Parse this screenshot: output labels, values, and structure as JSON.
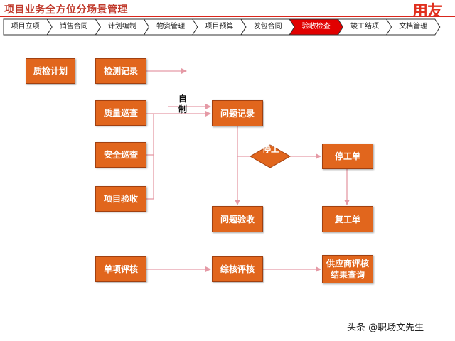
{
  "header": {
    "title": "项目业务全方位分场景管理",
    "logo_text": "用友"
  },
  "nav": {
    "steps": [
      "项目立项",
      "销售合同",
      "计划编制",
      "物资管理",
      "项目预算",
      "发包合同",
      "验收检查",
      "竣工结项",
      "文档管理"
    ],
    "active_index": 6,
    "active_color": "#e10000"
  },
  "flow": {
    "quality_plan": "质检计划",
    "inspection_record": "检测记录",
    "quality_patrol": "质量巡查",
    "safety_patrol": "安全巡查",
    "project_acceptance": "项目验收",
    "self_made": "自制",
    "issue_record": "问题记录",
    "stop_decision": "停工",
    "stop_order": "停工单",
    "issue_acceptance": "问题验收",
    "resume_order": "复工单",
    "single_review": "单项评核",
    "comprehensive_review": "综核评核",
    "supplier_review_query": "供应商评核结果查询"
  },
  "colors": {
    "box_fill": "#e1661d",
    "connector": "#e59aa6",
    "accent": "#d9261c"
  },
  "watermark": "头条 @职场文先生"
}
